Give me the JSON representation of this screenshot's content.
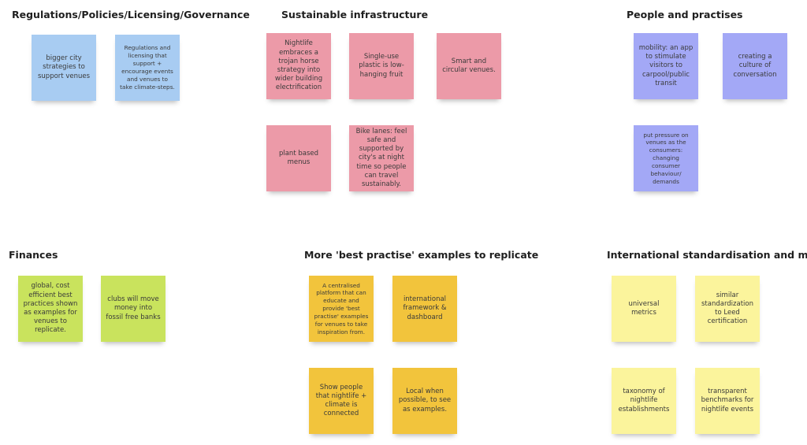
{
  "sections": {
    "regulations": {
      "title": "Regulations/Policies/Licensing/Governance",
      "notes": [
        "bigger city strategies to support venues",
        "Regulations and licensing that support + encourage events and venues to take climate-steps."
      ]
    },
    "infrastructure": {
      "title": "Sustainable infrastructure",
      "notes": [
        "Nightlife embraces a trojan horse strategy into wider building electrification",
        "Single-use plastic is low-hanging fruit",
        "Smart and circular venues.",
        "plant based menus",
        "Bike lanes: feel safe and supported by city's at night time so people can travel sustainably."
      ]
    },
    "people": {
      "title": "People and practises",
      "notes": [
        "mobility: an app to stimulate visitors to carpool/public transit",
        "creating a culture of conversation",
        "put pressure on venues as the consumers: changing consumer behaviour/ demands"
      ]
    },
    "finances": {
      "title": "Finances",
      "notes": [
        "global, cost efficient best practices shown as examples for venues to replicate.",
        "clubs will move money into fossil free banks"
      ]
    },
    "best_practise": {
      "title": "More 'best practise' examples to replicate",
      "notes": [
        "A centralised platform that can educate and provide 'best practise' examples for venues to take inspiration from.",
        "international framework & dashboard",
        "Show people that nightlife + climate is connected",
        "Local when possible, to see as examples."
      ]
    },
    "standardisation": {
      "title": "International standardisation and metrics",
      "notes": [
        "universal metrics",
        "similar standardization to Leed certification",
        "taxonomy of nightlife establishments",
        "transparent benchmarks for nightlife events"
      ]
    }
  },
  "colors": {
    "regulations": "#a8ccf2",
    "infrastructure": "#ec9aa8",
    "people": "#a3a8f6",
    "finances": "#c9e35d",
    "best_practise": "#f2c43c",
    "standardisation": "#fbf49c"
  }
}
